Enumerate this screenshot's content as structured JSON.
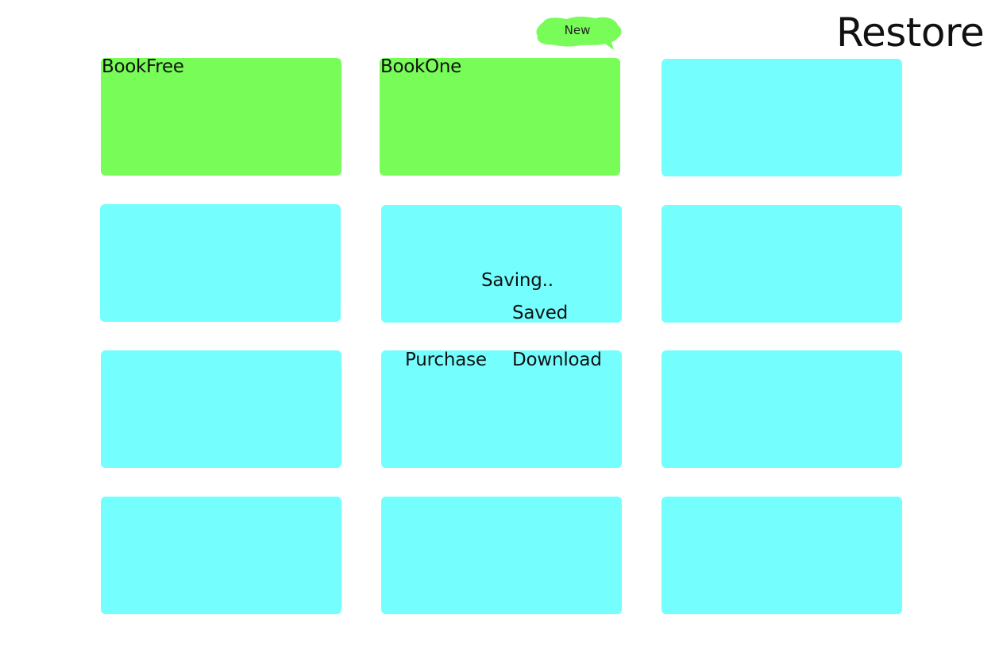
{
  "header": {
    "restore_label": "Restore",
    "new_badge_label": "New"
  },
  "books": [
    {
      "title": "BookFree"
    },
    {
      "title": "BookOne"
    }
  ],
  "status": {
    "saving": "Saving..",
    "saved": "Saved"
  },
  "actions": {
    "purchase_label": "Purchase",
    "download_label": "Download"
  },
  "colors": {
    "tile_cyan": "#74fefe",
    "tile_green": "#78fc58",
    "badge_green": "#78fc58"
  }
}
